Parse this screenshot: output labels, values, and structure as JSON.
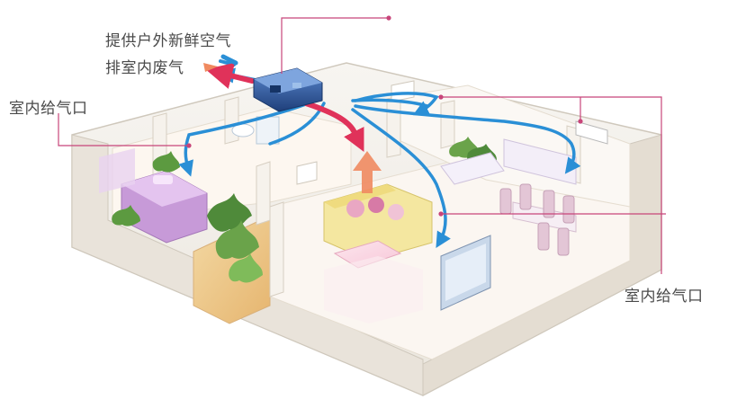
{
  "labels": {
    "fresh_air": "提供户外新鲜空气",
    "exhaust_air": "排室内废气",
    "indoor_supply_left": "室内给气口",
    "indoor_supply_right": "室内给气口"
  },
  "colors": {
    "callout_line": "#c8457a",
    "supply_arrow": "#2a8fd6",
    "exhaust_arrow": "#e0325a",
    "warm_arrow": "#f08a60",
    "unit_body": "#2f5fa8",
    "wall": "#f4f1ec",
    "floor": "#fbf8f4"
  }
}
